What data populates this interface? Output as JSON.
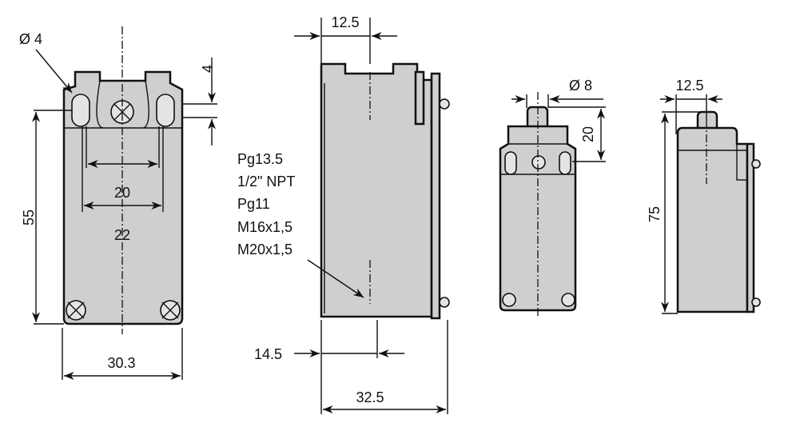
{
  "drawing": {
    "front_view": {
      "hole_diameter": "Ø 4",
      "slot_offset": "4",
      "inner_spacing": "20",
      "outer_spacing": "22",
      "height": "55",
      "width": "30.3"
    },
    "side_view": {
      "top_offset": "12.5",
      "entry_offset": "14.5",
      "depth": "32.5",
      "cable_entries": [
        "Pg13.5",
        "1/2\" NPT",
        "Pg11",
        "M16x1,5",
        "M20x1,5"
      ]
    },
    "plunger_front_view": {
      "plunger_diameter": "Ø 8",
      "plunger_height": "20"
    },
    "plunger_side_view": {
      "plunger_offset": "12.5",
      "overall_height": "75"
    },
    "colors": {
      "body_fill": "#cfcfcf",
      "line": "#111111"
    }
  }
}
